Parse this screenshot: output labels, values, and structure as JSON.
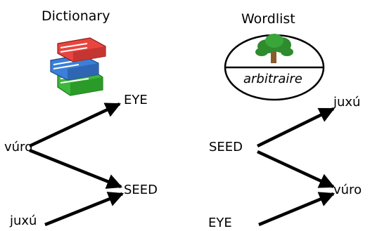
{
  "dictionary": {
    "title": "Dictionary",
    "icon": "books-stack-icon",
    "words": {
      "left_mid": "vúro",
      "left_bottom": "juxú",
      "right_top": "EYE",
      "right_mid": "SEED"
    }
  },
  "wordlist": {
    "title": "Wordlist",
    "icon": "arbitraire-tree-emblem-icon",
    "emblem_text": "arbitraire",
    "words": {
      "left_mid": "SEED",
      "left_bottom": "EYE",
      "right_top": "juxú",
      "right_mid": "vúro"
    }
  },
  "colors": {
    "book_red": "#e8453f",
    "book_blue": "#3a7fd8",
    "book_green": "#3db83a",
    "tree_green": "#2e8b2e",
    "trunk": "#8b5a2b"
  }
}
